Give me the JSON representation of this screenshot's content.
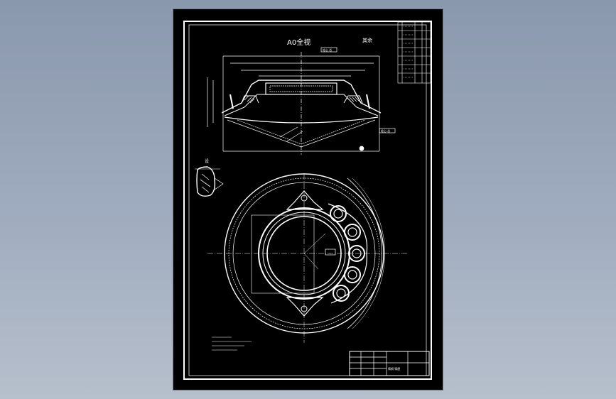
{
  "drawing": {
    "section_label": "A0全视",
    "view_label": "其余",
    "partial_label": "设",
    "tag_top": "轮心 芯",
    "tag_right": "轮心 芯",
    "title_block_text": "铸钢 铸歷"
  },
  "colors": {
    "background": "#000000",
    "lines": "#ffffff",
    "desktop": "#9aa6b8"
  }
}
